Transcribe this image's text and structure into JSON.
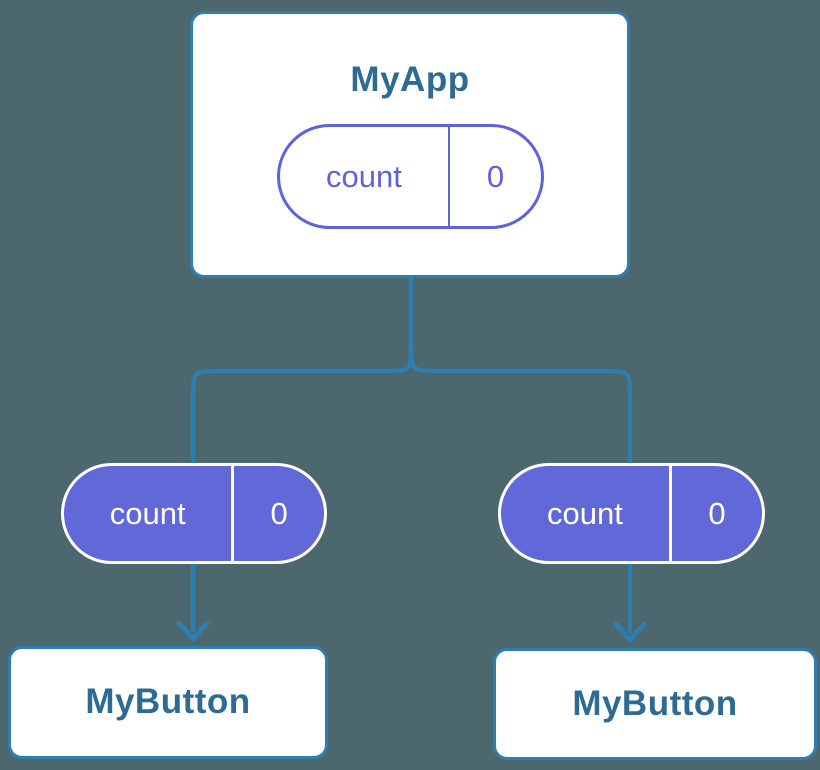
{
  "colors": {
    "background": "#4D676E",
    "line_blue": "#2E7EB0",
    "node_border": "#2E7EB0",
    "node_bg": "#FFFFFF",
    "title_blue": "#2D6B94",
    "purple_outline": "#5E62DC",
    "purple_fill": "#6168D8",
    "pill_text_light": "#FFFFFF"
  },
  "tree": {
    "root": {
      "title": "MyApp",
      "state": {
        "name": "count",
        "value": "0"
      }
    },
    "children": [
      {
        "title": "MyButton",
        "state": {
          "name": "count",
          "value": "0"
        }
      },
      {
        "title": "MyButton",
        "state": {
          "name": "count",
          "value": "0"
        }
      }
    ]
  }
}
